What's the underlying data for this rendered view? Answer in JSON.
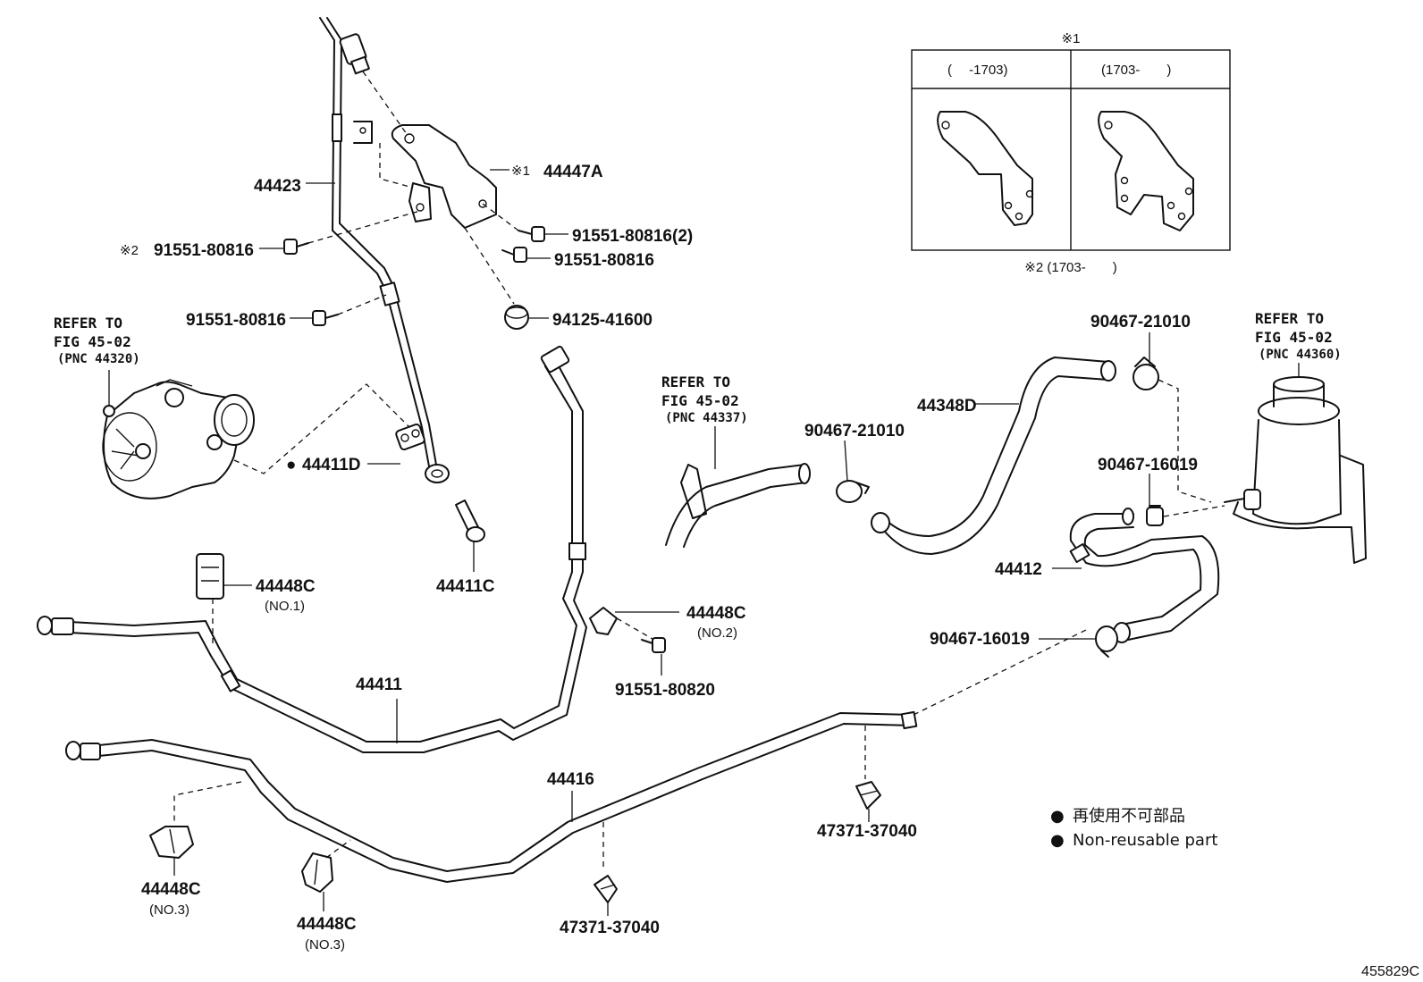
{
  "labels": {
    "p44423": "44423",
    "p44447a_mark": "※1",
    "p44447a": "44447A",
    "p91551_80816_2": "91551-80816(2)",
    "p91551_80816_a": "91551-80816",
    "p91551_80816_b_mark": "※2",
    "p91551_80816_b": "91551-80816",
    "p91551_80816_c": "91551-80816",
    "p94125": "94125-41600",
    "p44411d_mark": "●",
    "p44411d": "44411D",
    "p44411c": "44411C",
    "p44448c_1": "44448C",
    "p44448c_1_sub": "(NO.1)",
    "p44448c_2": "44448C",
    "p44448c_2_sub": "(NO.2)",
    "p91551_80820": "91551-80820",
    "p44411": "44411",
    "p44416": "44416",
    "p44448c_3a": "44448C",
    "p44448c_3a_sub": "(NO.3)",
    "p44448c_3b": "44448C",
    "p44448c_3b_sub": "(NO.3)",
    "p47371_a": "47371-37040",
    "p47371_b": "47371-37040",
    "p44348d": "44348D",
    "p90467_21010_a": "90467-21010",
    "p90467_21010_b": "90467-21010",
    "p90467_16019_a": "90467-16019",
    "p90467_16019_b": "90467-16019",
    "p44412": "44412"
  },
  "refs": {
    "pump": {
      "line1": "REFER TO",
      "line2": "FIG 45-02",
      "line3": "(PNC 44320)"
    },
    "hose": {
      "line1": "REFER TO",
      "line2": "FIG 45-02",
      "line3": "(PNC 44337)"
    },
    "tank": {
      "line1": "REFER TO",
      "line2": "FIG 45-02",
      "line3": "(PNC 44360)"
    }
  },
  "inset": {
    "mark_top": "※1",
    "col_left": "(　 -1703)",
    "col_right": "(1703-　　)",
    "note_bottom": "※2 (1703-　　)"
  },
  "legend": {
    "bullet": "●",
    "line1": "再使用不可部品",
    "line2": "Non-reusable part"
  },
  "figure_id": "455829C"
}
